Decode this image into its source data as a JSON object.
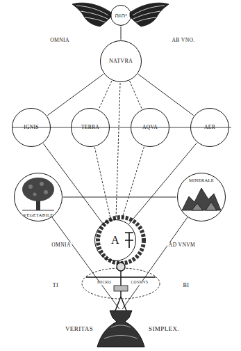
{
  "diagram": {
    "nodes": [
      {
        "text": [
          "יהוה"
        ]
      },
      {
        "text": [
          "NATVRA"
        ]
      },
      {
        "text": [
          "IGNIS"
        ]
      },
      {
        "text": [
          "TERRA"
        ]
      },
      {
        "text": [
          "AQVA"
        ]
      },
      {
        "text": [
          "AER"
        ]
      },
      {
        "text": [
          "VEGETABILE"
        ]
      },
      {
        "text": [
          "MINERALE"
        ]
      },
      {
        "text": [
          "A"
        ]
      }
    ],
    "edges": [
      {
        "from": 0,
        "to": 1,
        "arrow": "none"
      },
      {
        "from": 1,
        "to": 2,
        "arrow": "none"
      },
      {
        "from": 1,
        "to": 3,
        "arrow": "none"
      },
      {
        "from": 1,
        "to": 4,
        "arrow": "none"
      },
      {
        "from": 1,
        "to": 5,
        "arrow": "none"
      },
      {
        "from": 1,
        "to": 8,
        "arrow": "none"
      },
      {
        "from": 2,
        "to": 8,
        "arrow": "none"
      },
      {
        "from": 3,
        "to": 8,
        "arrow": "none"
      },
      {
        "from": 4,
        "to": 8,
        "arrow": "none"
      },
      {
        "from": 5,
        "to": 8,
        "arrow": "none"
      },
      {
        "from": 6,
        "to": 7,
        "arrow": "none"
      }
    ],
    "labels": [
      "OMNIA",
      "AB VNO.",
      "OMNIA",
      "AD VNVM",
      "MICRO",
      "COSMVS",
      "TI",
      "BI",
      "VERITAS",
      "SIMPLEX."
    ]
  }
}
